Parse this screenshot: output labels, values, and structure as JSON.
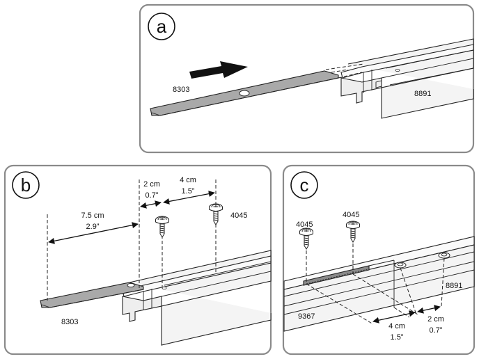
{
  "panels": {
    "a": {
      "step_label": "a",
      "plate_code": "8303",
      "rail_code": "8891"
    },
    "b": {
      "step_label": "b",
      "plate_code": "8303",
      "screw_code": "4045",
      "dim_left_cm": "7.5 cm",
      "dim_left_in": "2.9”",
      "dim_gap_cm": "2 cm",
      "dim_gap_in": "0.7”",
      "dim_spacing_cm": "4 cm",
      "dim_spacing_in": "1.5”"
    },
    "c": {
      "step_label": "c",
      "screw1_code": "4045",
      "screw2_code": "4045",
      "left_rail_code": "9367",
      "right_rail_code": "8891",
      "dim_spacing_cm": "4 cm",
      "dim_spacing_in": "1.5”",
      "dim_end_cm": "2 cm",
      "dim_end_in": "0.7”"
    }
  },
  "colors": {
    "panel_border": "#8a8a8a",
    "plate_fill": "#a9a9a9",
    "rail_fill": "#f4f4f4",
    "line": "#222222"
  },
  "icons": [
    "right-arrow-icon",
    "screw-icon"
  ]
}
